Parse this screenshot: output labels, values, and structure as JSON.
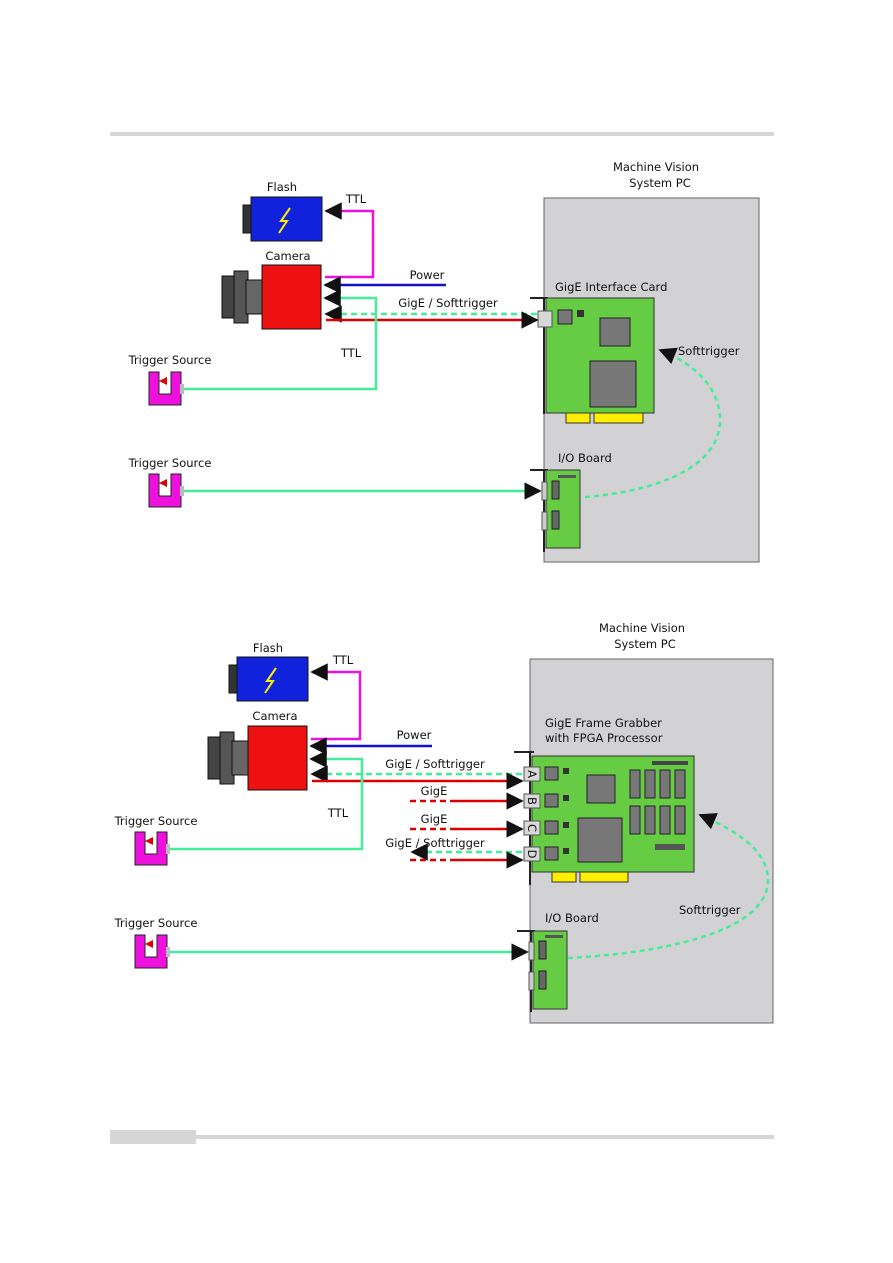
{
  "diagram_1": {
    "pc_title_line1": "Machine Vision",
    "pc_title_line2": "System PC",
    "flash": "Flash",
    "camera": "Camera",
    "ttl_flash": "TTL",
    "power": "Power",
    "gige_softtrigger": "GigE / Softtrigger",
    "interface_card": "GigE Interface Card",
    "ttl_trigger": "TTL",
    "trigger_source_1": "Trigger Source",
    "softtrigger": "Softtrigger",
    "trigger_source_2": "Trigger Source",
    "io_board": "I/O Board"
  },
  "diagram_2": {
    "pc_title_line1": "Machine Vision",
    "pc_title_line2": "System PC",
    "flash": "Flash",
    "ttl_flash": "TTL",
    "camera": "Camera",
    "power": "Power",
    "frame_grabber_line1": "GigE Frame Grabber",
    "frame_grabber_line2": "with FPGA Processor",
    "gige_softtrigger_a": "GigE / Softtrigger",
    "gige_b": "GigE",
    "gige_c": "GigE",
    "gige_softtrigger_d": "GigE / Softtrigger",
    "port_a": "A",
    "port_b": "B",
    "port_c": "C",
    "port_d": "D",
    "ttl_trigger": "TTL",
    "trigger_source_1": "Trigger Source",
    "softtrigger": "Softtrigger",
    "trigger_source_2": "Trigger Source",
    "io_board": "I/O Board"
  },
  "colors": {
    "pc_case": "#d2d2d4",
    "card_green": "#66cc44",
    "camera_red": "#ee1111",
    "flash_blue": "#1122dd",
    "trigger_magenta": "#ee11dd",
    "ttl_cyan": "#44ee99",
    "power_blue": "#1111cc",
    "gige_red": "#dd0000",
    "connector_yellow": "#ffee00"
  }
}
